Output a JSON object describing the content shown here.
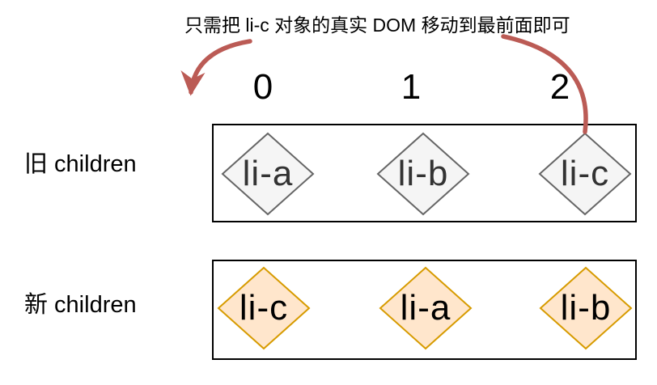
{
  "title": "只需把 li-c 对象的真实 DOM 移动到最前面即可",
  "indices": [
    "0",
    "1",
    "2"
  ],
  "old_row": {
    "label": "旧 children",
    "items": [
      "li-a",
      "li-b",
      "li-c"
    ]
  },
  "new_row": {
    "label": "新 children",
    "items": [
      "li-c",
      "li-a",
      "li-b"
    ]
  },
  "colors": {
    "arrow": "#bb5b55",
    "old_diamond_fill": "#f5f5f5",
    "old_diamond_stroke": "#666666",
    "new_diamond_fill": "#ffe6cc",
    "new_diamond_stroke": "#d79b00",
    "box_border": "#000000"
  }
}
